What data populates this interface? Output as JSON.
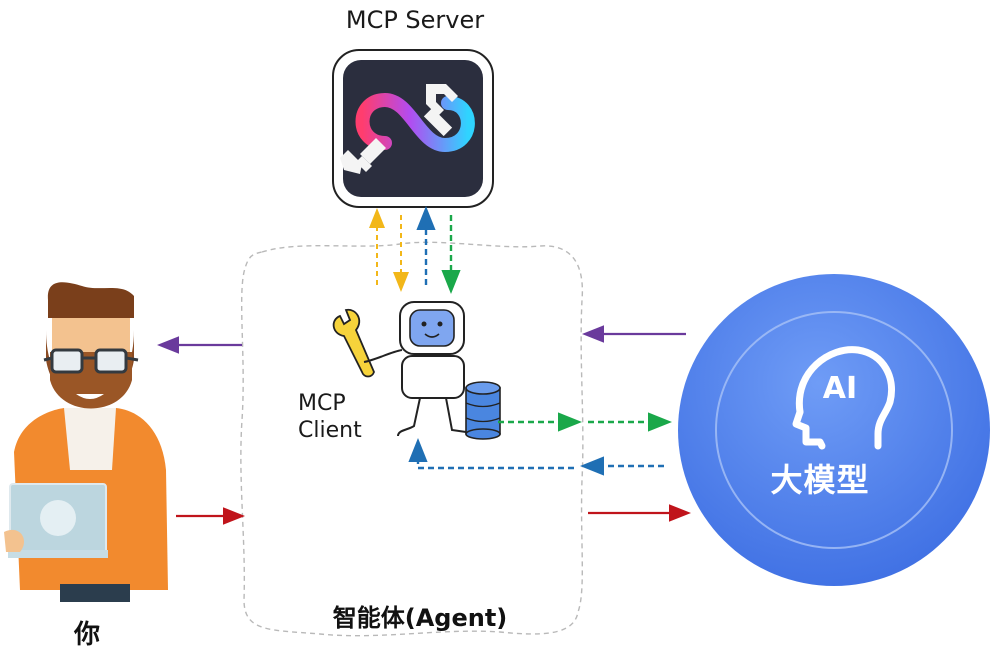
{
  "mcp_server": {
    "label": "MCP Server",
    "icon": "infinity-wrench-icon"
  },
  "mcp_client": {
    "label_line1": "MCP",
    "label_line2": "Client",
    "icon": "robot-icon"
  },
  "agent": {
    "label": "智能体(Agent)"
  },
  "user": {
    "label": "你",
    "icon": "person-with-laptop-icon"
  },
  "llm": {
    "label": "大模型",
    "badge": "AI",
    "icon": "ai-head-icon"
  },
  "colors": {
    "purple": "#6a3a9c",
    "red": "#c0141b",
    "yellow": "#f2b719",
    "blue": "#1f6fb4",
    "green": "#1aa84a",
    "llm_circle": "#4a7be9"
  }
}
